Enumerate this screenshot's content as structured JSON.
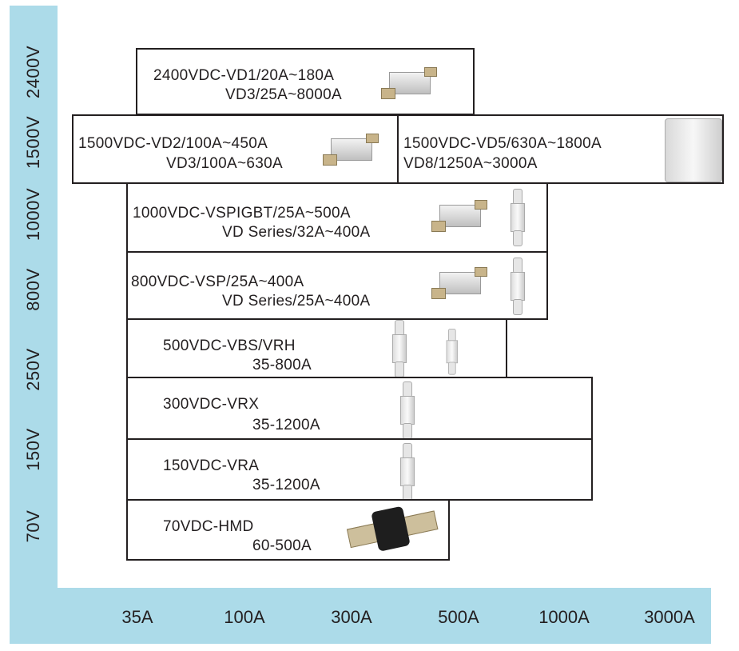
{
  "voltage_axis": [
    "2400V",
    "1500V",
    "1000V",
    "800V",
    "250V",
    "150V",
    "70V"
  ],
  "current_axis": [
    "35A",
    "100A",
    "300A",
    "500A",
    "1000A",
    "3000A"
  ],
  "colors": {
    "axis_band": "#acdbe9",
    "border": "#231f20"
  },
  "products": [
    {
      "line1": "2400VDC-VD1/20A~180A",
      "line2": "VD3/25A~8000A",
      "icon": "nh-fuse-icon"
    },
    {
      "line1": "1500VDC-VD2/100A~450A",
      "line2": "VD3/100A~630A",
      "icon": "nh-fuse-icon"
    },
    {
      "line1": "1500VDC-VD5/630A~1800A",
      "line2": "VD8/1250A~3000A",
      "icon": "square-fuse-icon"
    },
    {
      "line1": "1000VDC-VSPIGBT/25A~500A",
      "line2": "VD Series/32A~400A",
      "icon": "nh-fuse-icon"
    },
    {
      "line1": "800VDC-VSP/25A~400A",
      "line2": "VD Series/25A~400A",
      "icon": "nh-fuse-icon"
    },
    {
      "line1": "500VDC-VBS/VRH",
      "line2": "35-800A",
      "icon": "bolted-fuse-icon"
    },
    {
      "line1": "300VDC-VRX",
      "line2": "35-1200A",
      "icon": "bolted-fuse-icon"
    },
    {
      "line1": "150VDC-VRA",
      "line2": "35-1200A",
      "icon": "bolted-fuse-icon"
    },
    {
      "line1": "70VDC-HMD",
      "line2": "60-500A",
      "icon": "hmd-fuse-icon"
    }
  ]
}
